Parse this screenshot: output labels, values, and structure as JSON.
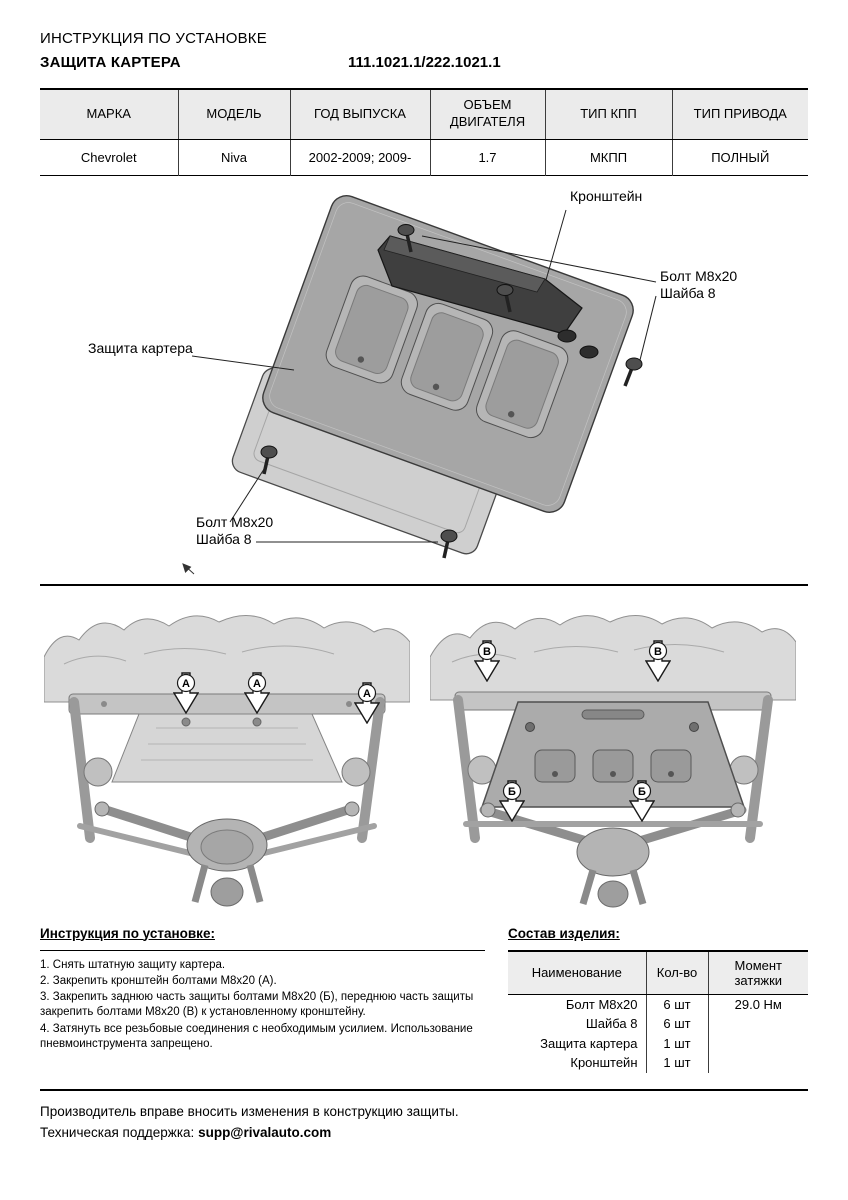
{
  "header": {
    "title_line1": "ИНСТРУКЦИЯ ПО УСТАНОВКЕ",
    "title_line2": "ЗАЩИТА КАРТЕРА",
    "part_number": "111.1021.1/222.1021.1"
  },
  "spec_table": {
    "headers": [
      "МАРКА",
      "МОДЕЛЬ",
      "ГОД ВЫПУСКА",
      "ОБЪЕМ ДВИГАТЕЛЯ",
      "ТИП КПП",
      "ТИП ПРИВОДА"
    ],
    "row": [
      "Chevrolet",
      "Niva",
      "2002-2009; 2009-",
      "1.7",
      "МКПП",
      "ПОЛНЫЙ"
    ]
  },
  "diagram": {
    "label_bracket": "Кронштейн",
    "label_bolt_top": "Болт М8х20",
    "label_washer_top": "Шайба 8",
    "label_shield": "Защита картера",
    "label_bolt_bottom": "Болт М8х20",
    "label_washer_bottom": "Шайба 8"
  },
  "photos": {
    "left": {
      "markers": [
        "А",
        "А",
        "А"
      ]
    },
    "right": {
      "markers": [
        "В",
        "В",
        "Б",
        "Б"
      ]
    }
  },
  "instructions": {
    "title": "Инструкция по установке:",
    "steps": [
      "1. Снять штатную защиту картера.",
      "2. Закрепить кронштейн болтами М8х20 (А).",
      "3. Закрепить заднюю часть защиты болтами М8х20 (Б), переднюю часть защиты закрепить болтами М8х20 (В) к установленному кронштейну.",
      "4. Затянуть все резьбовые соединения с необходимым усилием. Использование пневмоинструмента запрещено."
    ]
  },
  "composition": {
    "title": "Состав изделия:",
    "headers": [
      "Наименование",
      "Кол-во",
      "Момент затяжки"
    ],
    "rows": [
      {
        "name": "Болт М8х20",
        "qty": "6 шт",
        "torque": "29.0 Нм"
      },
      {
        "name": "Шайба 8",
        "qty": "6 шт",
        "torque": ""
      },
      {
        "name": "Защита картера",
        "qty": "1 шт",
        "torque": ""
      },
      {
        "name": "Кронштейн",
        "qty": "1 шт",
        "torque": ""
      }
    ]
  },
  "footer": {
    "line1": "Производитель вправе вносить изменения в конструкцию защиты.",
    "support_label": "Техническая поддержка:",
    "support_email": "supp@rivalauto.com"
  }
}
